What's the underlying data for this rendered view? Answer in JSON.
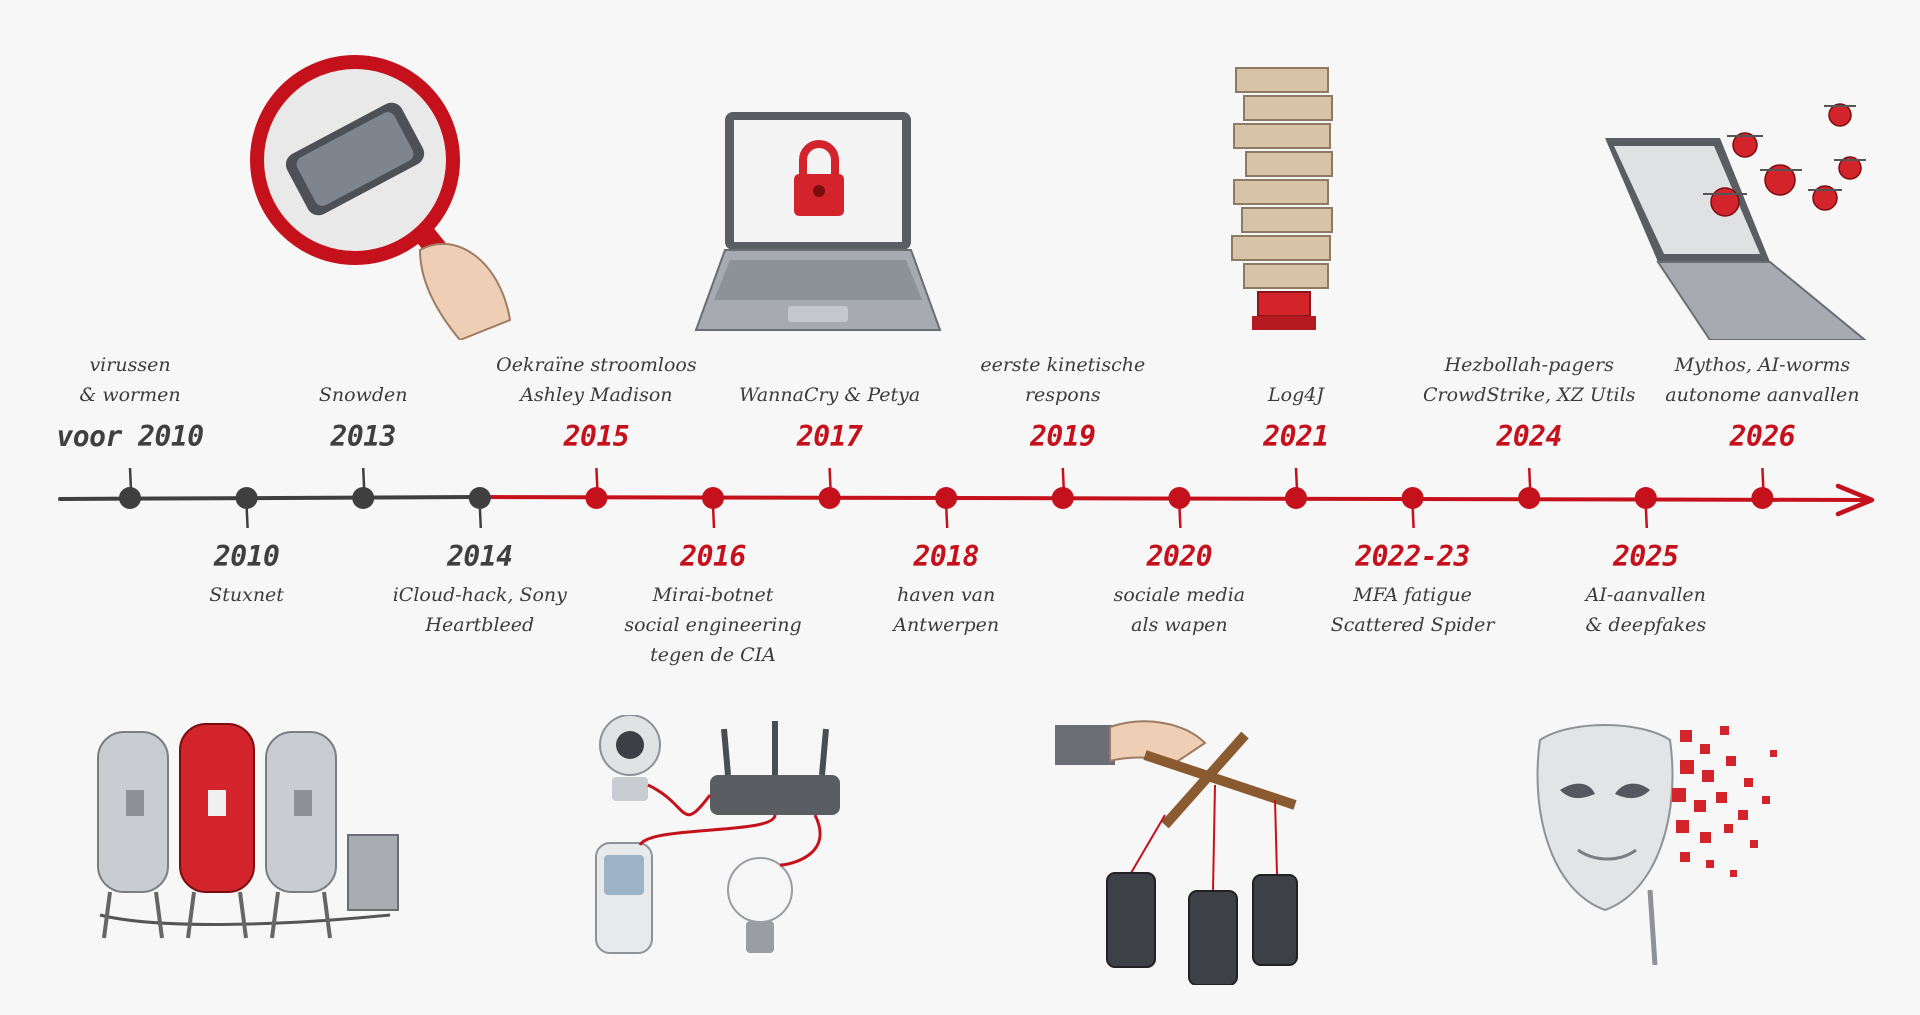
{
  "colors": {
    "red": "#c5111b",
    "dark": "#3f3f3f",
    "text": "#3b3b3b",
    "background": "#f7f7f7"
  },
  "timeline": {
    "events": [
      {
        "year": "voor 2010",
        "lines": [
          "virussen",
          "& wormen"
        ],
        "side": "above",
        "tone": "gray"
      },
      {
        "year": "2010",
        "lines": [
          "Stuxnet"
        ],
        "side": "below",
        "tone": "gray"
      },
      {
        "year": "2013",
        "lines": [
          "Snowden"
        ],
        "side": "above",
        "tone": "gray"
      },
      {
        "year": "2014",
        "lines": [
          "iCloud-hack, Sony",
          "Heartbleed"
        ],
        "side": "below",
        "tone": "gray"
      },
      {
        "year": "2015",
        "lines": [
          "Oekraïne stroomloos",
          "Ashley Madison"
        ],
        "side": "above",
        "tone": "red"
      },
      {
        "year": "2016",
        "lines": [
          "Mirai-botnet",
          "social engineering",
          "tegen de CIA"
        ],
        "side": "below",
        "tone": "red"
      },
      {
        "year": "2017",
        "lines": [
          "WannaCry & Petya"
        ],
        "side": "above",
        "tone": "red"
      },
      {
        "year": "2018",
        "lines": [
          "haven van",
          "Antwerpen"
        ],
        "side": "below",
        "tone": "red"
      },
      {
        "year": "2019",
        "lines": [
          "eerste kinetische",
          "respons"
        ],
        "side": "above",
        "tone": "red"
      },
      {
        "year": "2020",
        "lines": [
          "sociale media",
          "als wapen"
        ],
        "side": "below",
        "tone": "red"
      },
      {
        "year": "2021",
        "lines": [
          "Log4J"
        ],
        "side": "above",
        "tone": "red"
      },
      {
        "year": "2022-23",
        "lines": [
          "MFA fatigue",
          "Scattered Spider"
        ],
        "side": "below",
        "tone": "red"
      },
      {
        "year": "2024",
        "lines": [
          "Hezbollah-pagers",
          "CrowdStrike, XZ Utils"
        ],
        "side": "above",
        "tone": "red"
      },
      {
        "year": "2025",
        "lines": [
          "AI-aanvallen",
          "& deepfakes"
        ],
        "side": "below",
        "tone": "red"
      },
      {
        "year": "2026",
        "lines": [
          "Mythos, AI-worms",
          "autonome aanvallen"
        ],
        "side": "above",
        "tone": "red"
      }
    ]
  },
  "illustrations": [
    {
      "icon": "magnifier-phone-icon"
    },
    {
      "icon": "laptop-padlock-icon"
    },
    {
      "icon": "jenga-tower-icon"
    },
    {
      "icon": "laptop-drones-icon"
    },
    {
      "icon": "centrifuges-icon"
    },
    {
      "icon": "iot-devices-icon"
    },
    {
      "icon": "puppet-phones-icon"
    },
    {
      "icon": "pixel-mask-icon"
    }
  ]
}
